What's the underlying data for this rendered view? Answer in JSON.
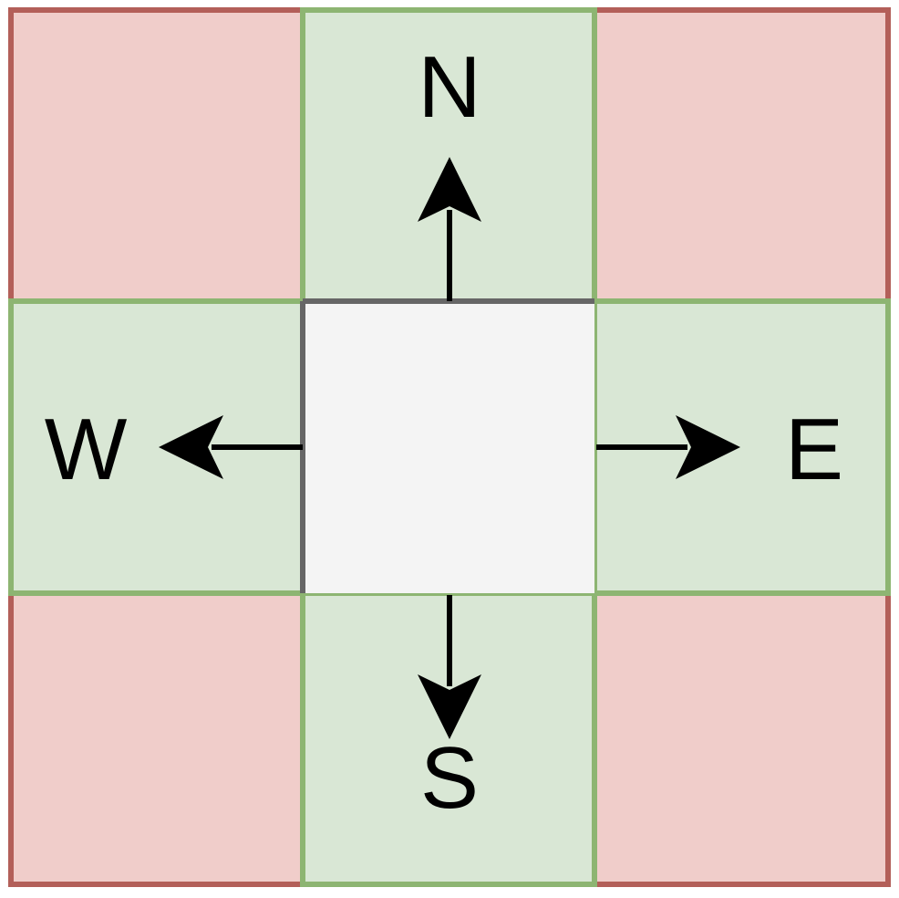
{
  "colors": {
    "blocked_fill": "#f0cdca",
    "blocked_stroke": "#b35f59",
    "open_fill": "#d9e7d5",
    "open_stroke": "#8db572",
    "center_fill": "#f4f4f4",
    "center_stroke": "#666666",
    "arrow": "#000000"
  },
  "grid": {
    "cells": [
      {
        "row": 0,
        "col": 0,
        "state": "blocked"
      },
      {
        "row": 0,
        "col": 1,
        "state": "open",
        "direction": "north"
      },
      {
        "row": 0,
        "col": 2,
        "state": "blocked"
      },
      {
        "row": 1,
        "col": 0,
        "state": "open",
        "direction": "west"
      },
      {
        "row": 1,
        "col": 1,
        "state": "center"
      },
      {
        "row": 1,
        "col": 2,
        "state": "open",
        "direction": "east"
      },
      {
        "row": 2,
        "col": 0,
        "state": "blocked"
      },
      {
        "row": 2,
        "col": 1,
        "state": "open",
        "direction": "south"
      },
      {
        "row": 2,
        "col": 2,
        "state": "blocked"
      }
    ]
  },
  "labels": {
    "north": "N",
    "south": "S",
    "east": "E",
    "west": "W"
  },
  "icons": {
    "north_arrow": "arrow-up",
    "south_arrow": "arrow-down",
    "east_arrow": "arrow-right",
    "west_arrow": "arrow-left"
  }
}
